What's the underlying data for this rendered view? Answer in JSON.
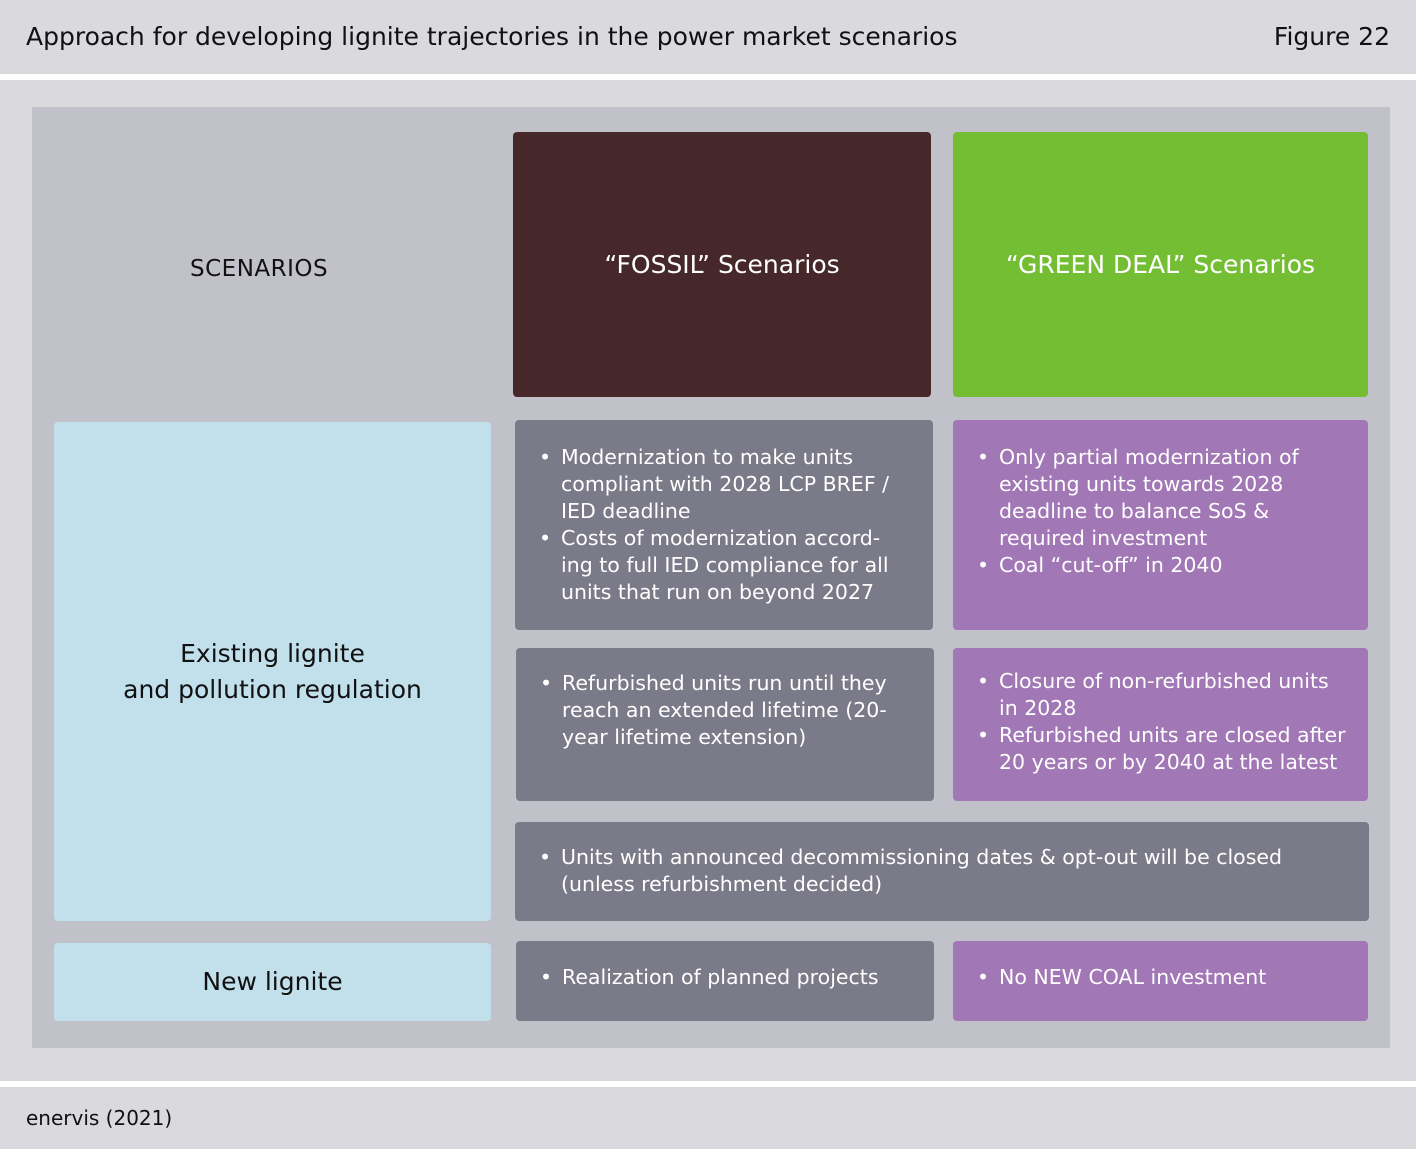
{
  "header": {
    "title": "Approach for developing lignite trajectories in the power market scenarios",
    "figure": "Figure 22"
  },
  "columns": {
    "scenarios_label": "SCENARIOS",
    "fossil": "“FOSSIL” Scenarios",
    "green_deal": "“GREEN DEAL” Scenarios"
  },
  "rows": {
    "existing": [
      "Existing lignite",
      "and pollution regulation"
    ],
    "new": "New lignite"
  },
  "cells": {
    "fossil_modernization": [
      "Modernization to make units compliant with 2028 LCP BREF / IED deadline",
      "Costs of modernization accord-ing to full IED compliance for all units that run on beyond 2027"
    ],
    "green_modernization": [
      "Only partial modernization of existing units towards 2028 deadline to balance SoS & required investment",
      "Coal “cut-off” in 2040"
    ],
    "fossil_lifetime": [
      "Refurbished units run until they reach an extended lifetime (20-year lifetime extension)"
    ],
    "green_lifetime": [
      "Closure of non-refurbished units in 2028",
      "Refurbished units are closed after 20 years or by 2040 at the latest"
    ],
    "shared_decommissioning": [
      "Units with announced decommissioning dates & opt-out will be closed (unless refurbishment decided)"
    ],
    "fossil_new": [
      "Realization of planned projects"
    ],
    "green_new": [
      "No NEW COAL investment"
    ]
  },
  "colors": {
    "fossil_header": "#46272a",
    "green_header": "#74be33",
    "row_label": "#c2dfec",
    "fossil_cell": "#7b7a88",
    "green_cell": "#a177b5",
    "panel": "#c1c1c9"
  },
  "footer": {
    "source": "enervis (2021)"
  }
}
